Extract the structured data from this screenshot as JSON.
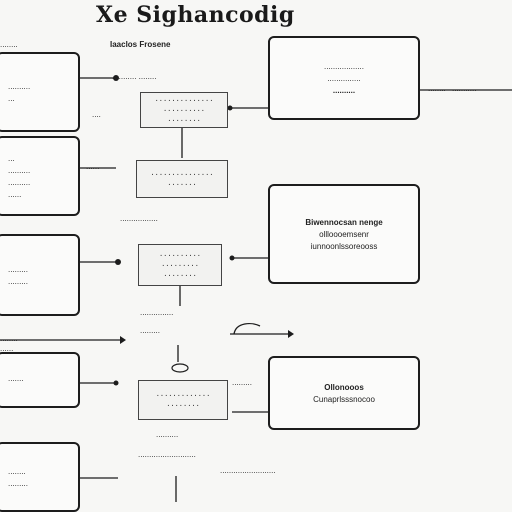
{
  "title": "Xe Sighancodig",
  "subtitle": "Iaaclos Frosene",
  "left_boxes": [
    {
      "lines": [
        "..........",
        "..."
      ]
    },
    {
      "lines": [
        "...",
        "..........",
        "..........",
        "......"
      ]
    },
    {
      "lines": [
        ".........",
        "........."
      ]
    },
    {
      "lines": [
        ".......",
        ""
      ]
    },
    {
      "lines": [
        "........",
        "........."
      ]
    }
  ],
  "right_boxes": [
    {
      "lines": [
        "..................",
        "...............",
        ".........."
      ]
    },
    {
      "lines": [
        "Biwennocsan nenge",
        "ollloooemsenr",
        "iunnoonlssoreooss"
      ]
    },
    {
      "lines": [
        "Ollonooos",
        "Cunaprlsssnocoo"
      ]
    }
  ],
  "center_boxes": [
    {
      "lines": [
        "..............",
        "..........",
        "........"
      ]
    },
    {
      "lines": [
        "...............",
        "......."
      ]
    },
    {
      "lines": [
        "..........",
        ".........",
        "........"
      ]
    },
    {
      "lines": [
        ".............",
        "........"
      ]
    }
  ],
  "mid_labels": [
    "...........  ........",
    "....",
    ".................",
    "...............",
    ".........",
    "..........",
    "..........................",
    "........................."
  ],
  "left_small_labels": [
    "........",
    "......",
    "........",
    "......"
  ],
  "right_small_labels": [
    "........",
    "...........",
    "........."
  ]
}
